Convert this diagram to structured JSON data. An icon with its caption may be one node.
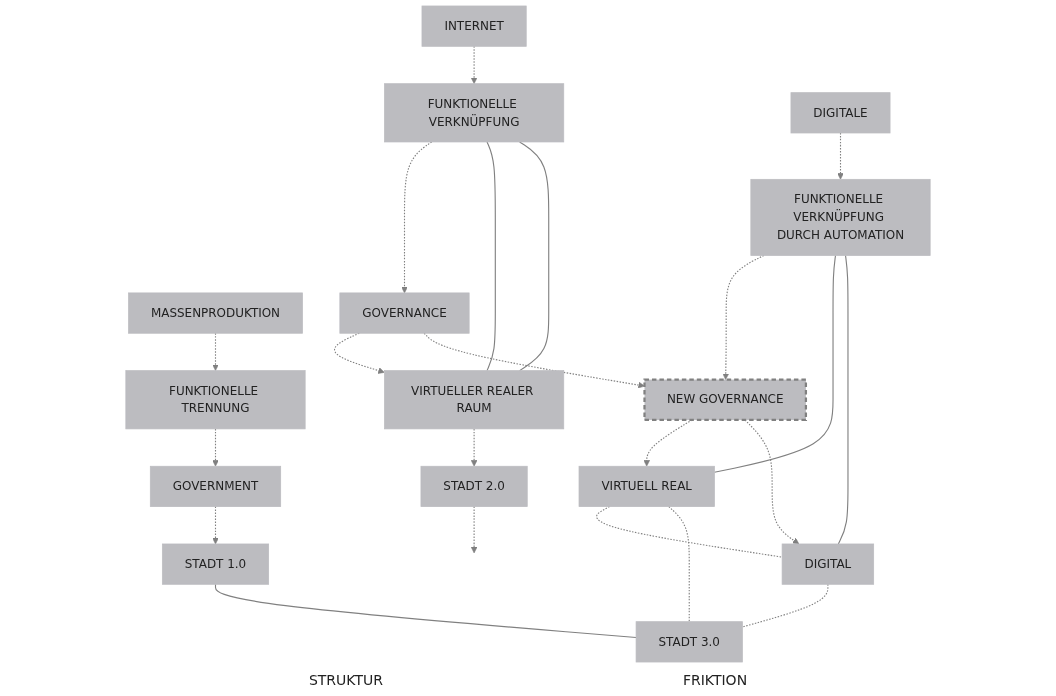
{
  "diagram": {
    "nodes": [
      {
        "text": [
          "MASSENPRODUKTION"
        ]
      },
      {
        "text": [
          "FUNKTIONELLE TRENNUNG"
        ]
      },
      {
        "text": [
          "GOVERNMENT"
        ]
      },
      {
        "text": [
          "STADT 1.0"
        ]
      },
      {
        "text": [
          "INTERNET"
        ]
      },
      {
        "text": [
          "FUNKTIONELLE VERKNÜPFUNG"
        ]
      },
      {
        "text": [
          "GOVERNANCE"
        ]
      },
      {
        "text": [
          "VIRTUELLER REALER RAUM"
        ]
      },
      {
        "text": [
          "STADT 2.0"
        ]
      },
      {
        "text": [
          "DIGITALE"
        ]
      },
      {
        "text": [
          "FUNKTIONELLE VERKNÜPFUNG DURCH AUTOMATION"
        ]
      },
      {
        "text": [
          "NEW GOVERNANCE"
        ]
      },
      {
        "text": [
          "VIRTUELL REAL"
        ]
      },
      {
        "text": [
          "DIGITAL"
        ]
      },
      {
        "text": [
          "STADT 3.0"
        ]
      }
    ],
    "edges": [
      {
        "from": 0,
        "to": 1,
        "arrow": "to",
        "style": "dashed"
      },
      {
        "from": 1,
        "to": 2,
        "arrow": "to",
        "style": "dashed"
      },
      {
        "from": 2,
        "to": 3,
        "arrow": "to",
        "style": "dashed"
      },
      {
        "from": 4,
        "to": 5,
        "arrow": "to",
        "style": "dashed"
      },
      {
        "from": 5,
        "to": 6,
        "arrow": "to",
        "style": "dashed"
      },
      {
        "from": 6,
        "to": 7,
        "arrow": "to",
        "style": "dashed"
      },
      {
        "from": 7,
        "to": 8,
        "arrow": "to",
        "style": "dashed"
      },
      {
        "from": 5,
        "to": 7,
        "arrow": "none"
      },
      {
        "from": 5,
        "to": 7,
        "arrow": "none"
      },
      {
        "from": 9,
        "to": 10,
        "arrow": "to",
        "style": "dashed"
      },
      {
        "from": 10,
        "to": 11,
        "arrow": "to",
        "style": "dashed"
      },
      {
        "from": 6,
        "to": 11,
        "arrow": "to",
        "style": "dashed"
      },
      {
        "from": 11,
        "to": 12,
        "arrow": "to",
        "style": "dashed"
      },
      {
        "from": 11,
        "to": 13,
        "arrow": "to",
        "style": "dashed"
      },
      {
        "from": 12,
        "to": 13,
        "arrow": "none",
        "style": "dashed"
      },
      {
        "from": 12,
        "to": 14,
        "arrow": "none",
        "style": "dashed"
      },
      {
        "from": 13,
        "to": 14,
        "arrow": "none",
        "style": "dashed"
      },
      {
        "from": 10,
        "to": 12,
        "arrow": "none"
      },
      {
        "from": 10,
        "to": 13,
        "arrow": "none"
      },
      {
        "from": 3,
        "to": 14,
        "arrow": "none"
      },
      {
        "from": 8,
        "to": null,
        "arrow": "to",
        "style": "dashed"
      }
    ],
    "labels": [
      "STRUKTUR",
      "FRIKTION"
    ]
  }
}
